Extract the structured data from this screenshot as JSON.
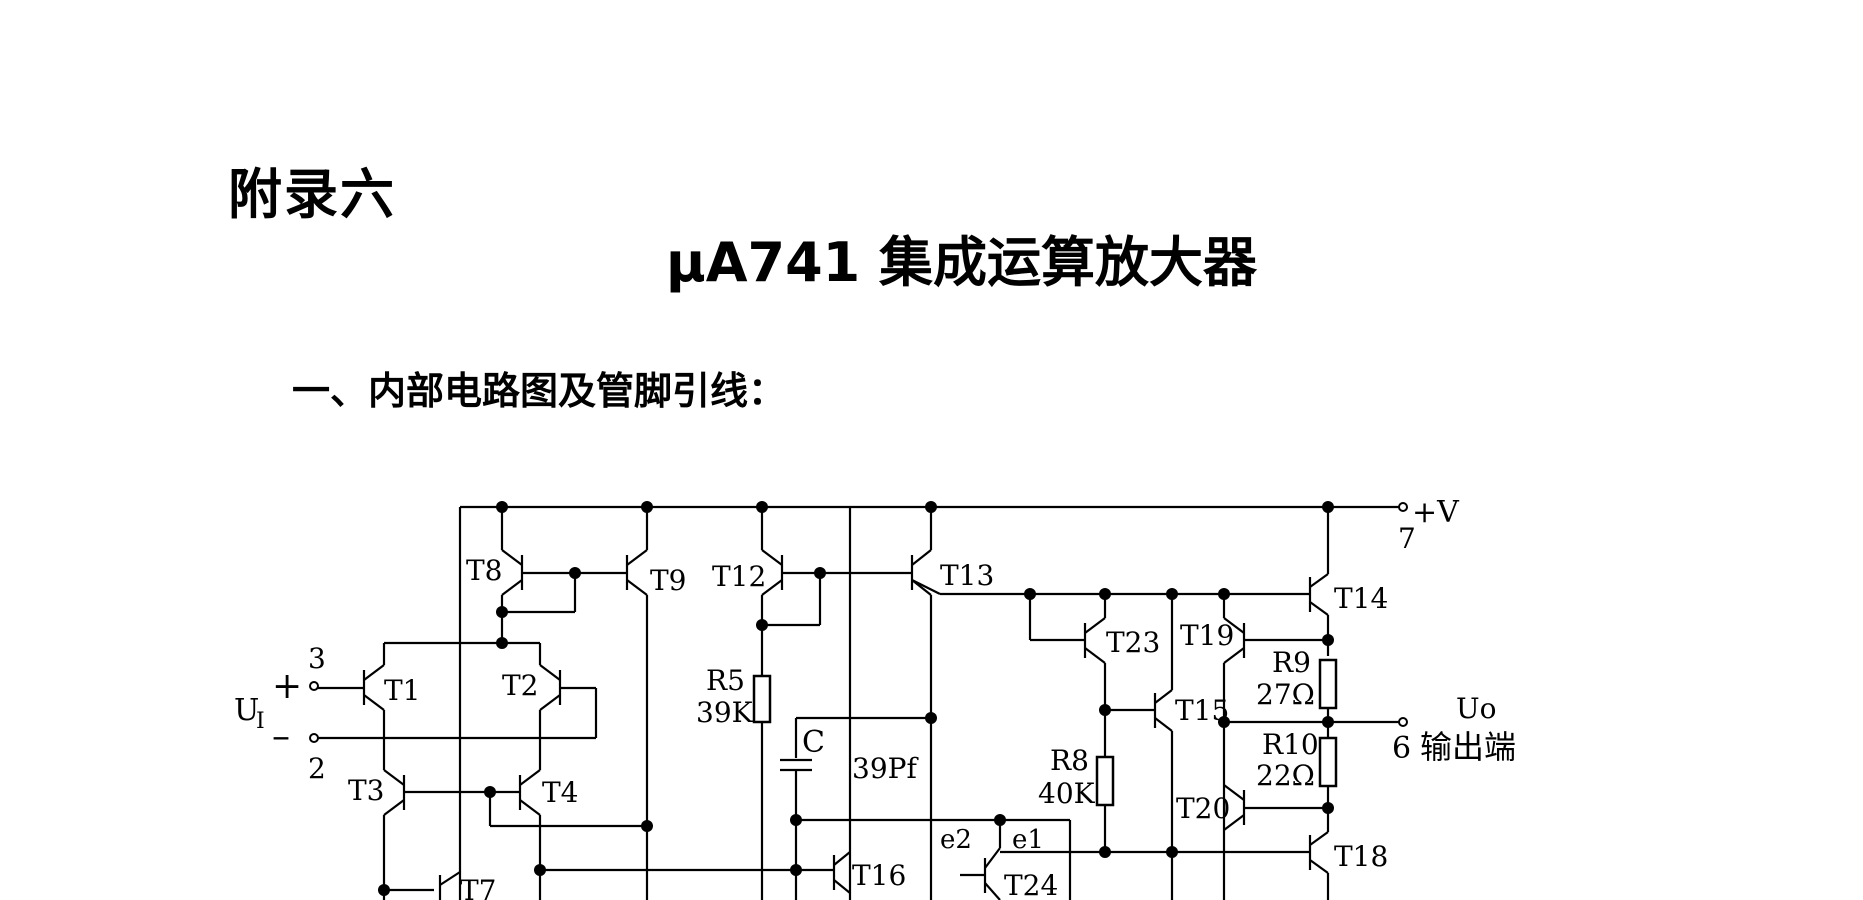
{
  "appendix_label": "附录六",
  "title": "μA741 集成运算放大器",
  "section_heading": "一、内部电路图及管脚引线：",
  "circuit": {
    "transistors": [
      "T8",
      "T9",
      "T12",
      "T13",
      "T14",
      "T23",
      "T19",
      "T1",
      "T2",
      "T15",
      "T3",
      "T4",
      "T20",
      "T16",
      "T24",
      "T18",
      "T7"
    ],
    "resistors": [
      {
        "name": "R5",
        "value": "39K"
      },
      {
        "name": "R8",
        "value": "40K"
      },
      {
        "name": "R9",
        "value": "27Ω"
      },
      {
        "name": "R10",
        "value": "22Ω"
      }
    ],
    "capacitor": {
      "name": "C",
      "value": "39Pf"
    },
    "pins": {
      "supply_pin": "7",
      "supply_label": "+V",
      "input_plus_pin": "3",
      "input_minus_pin": "2",
      "input_plus_sign": "+",
      "input_minus_sign": "–",
      "input_label": "U",
      "input_label_sub": "I",
      "output_pin": "6",
      "output_label": "Uo",
      "output_text": "输出端"
    },
    "emitters": {
      "e1": "e1",
      "e2": "e2"
    }
  }
}
